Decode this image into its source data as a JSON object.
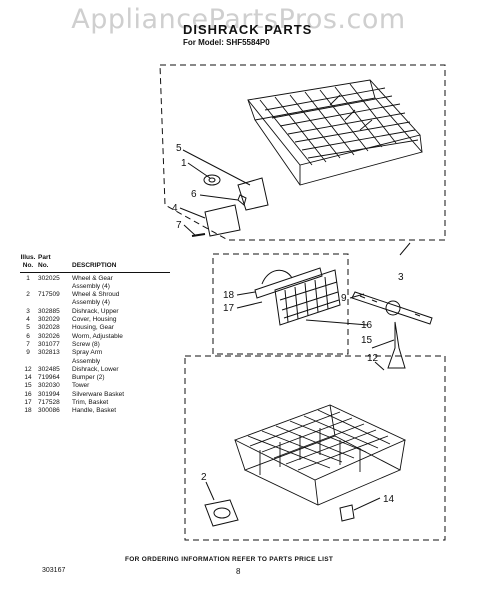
{
  "watermark": "AppliancePartsPros.com",
  "title": "DISHRACK PARTS",
  "model": "For Model: SHF5584P0",
  "table": {
    "headers": {
      "illus": "Illus.\nNo.",
      "part": "Part\nNo.",
      "description": "DESCRIPTION"
    },
    "rows": [
      {
        "illus": "1",
        "part": "302025",
        "description": "Wheel & Gear"
      },
      {
        "illus": "",
        "part": "",
        "description": "Assembly (4)"
      },
      {
        "illus": "2",
        "part": "717509",
        "description": "Wheel & Shroud"
      },
      {
        "illus": "",
        "part": "",
        "description": "Assembly (4)"
      },
      {
        "illus": "3",
        "part": "302885",
        "description": "Dishrack, Upper"
      },
      {
        "illus": "4",
        "part": "302029",
        "description": "Cover, Housing"
      },
      {
        "illus": "5",
        "part": "302028",
        "description": "Housing, Gear"
      },
      {
        "illus": "6",
        "part": "302026",
        "description": "Worm, Adjustable"
      },
      {
        "illus": "7",
        "part": "301077",
        "description": "Screw (8)"
      },
      {
        "illus": "9",
        "part": "302813",
        "description": "Spray Arm"
      },
      {
        "illus": "",
        "part": "",
        "description": "Assembly"
      },
      {
        "illus": "12",
        "part": "302485",
        "description": "Dishrack, Lower"
      },
      {
        "illus": "14",
        "part": "719964",
        "description": "Bumper (2)"
      },
      {
        "illus": "15",
        "part": "302030",
        "description": "Tower"
      },
      {
        "illus": "16",
        "part": "301994",
        "description": "Silverware Basket"
      },
      {
        "illus": "17",
        "part": "717528",
        "description": "Trim, Basket"
      },
      {
        "illus": "18",
        "part": "300086",
        "description": "Handle, Basket"
      }
    ]
  },
  "callouts": {
    "c5": "5",
    "c1": "1",
    "c6": "6",
    "c4": "4",
    "c7": "7",
    "c3": "3",
    "c18": "18",
    "c17": "17",
    "c9": "9",
    "c16": "16",
    "c15": "15",
    "c12": "12",
    "c2": "2",
    "c14": "14"
  },
  "footer": "FOR ORDERING INFORMATION REFER TO PARTS PRICE LIST",
  "doc_number": "303167",
  "page_number": "8"
}
